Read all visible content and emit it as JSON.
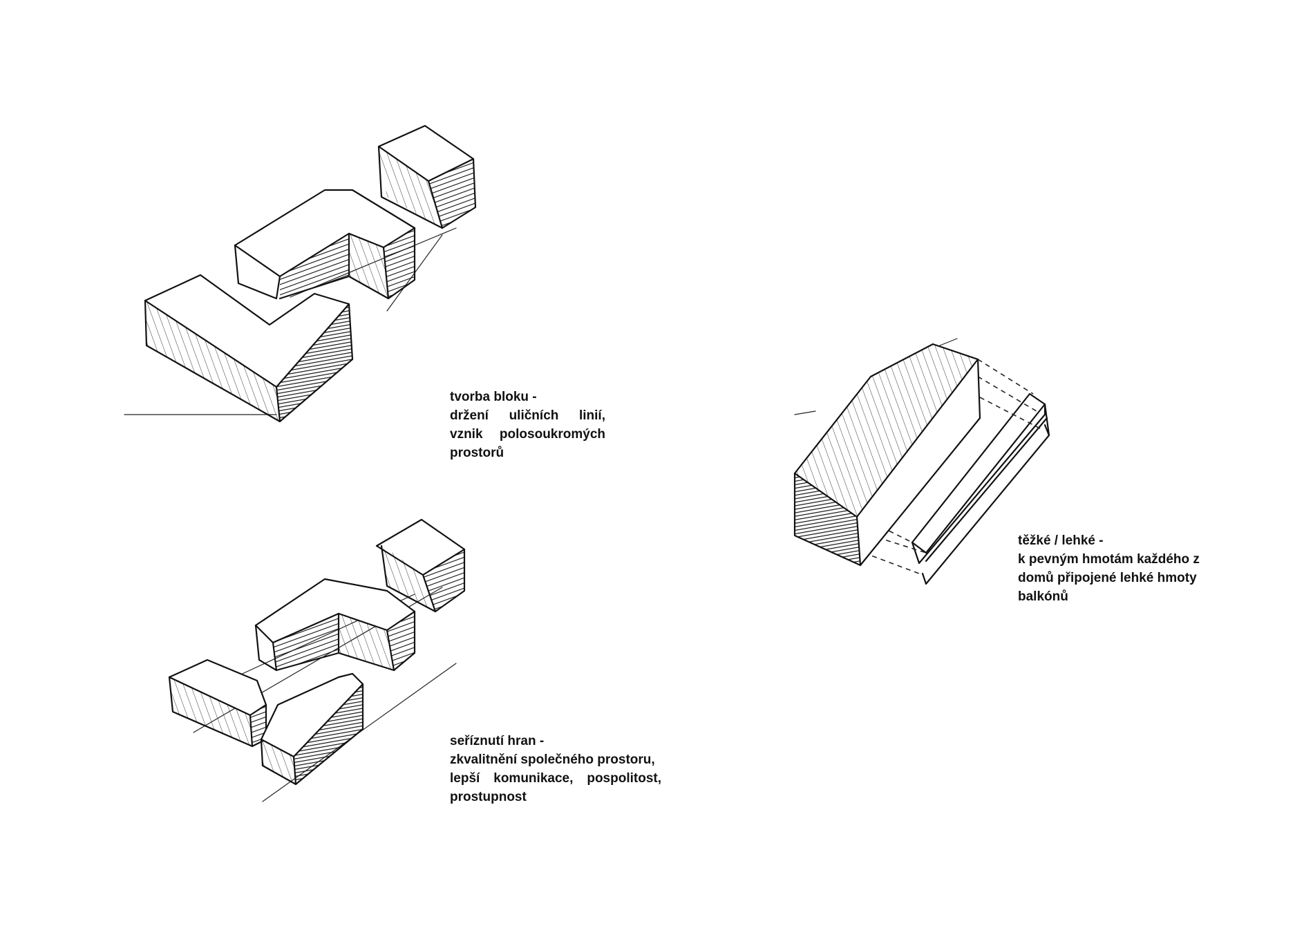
{
  "captions": {
    "block": {
      "title": "tvorba bloku -",
      "lines": [
        "držení uličních linií,",
        "vznik polosoukromých",
        "prostorů"
      ]
    },
    "edges": {
      "title": "seříznutí hran -",
      "lines": [
        "zkvalitnění společného prostoru,",
        "lepší komunikace, pospolitost,",
        "prostupnost"
      ]
    },
    "heavy_light": {
      "title": "těžké / lehké -",
      "lines": [
        "k pevným hmotám každého z",
        "domů připojené lehké hmoty",
        "balkónů"
      ]
    }
  }
}
